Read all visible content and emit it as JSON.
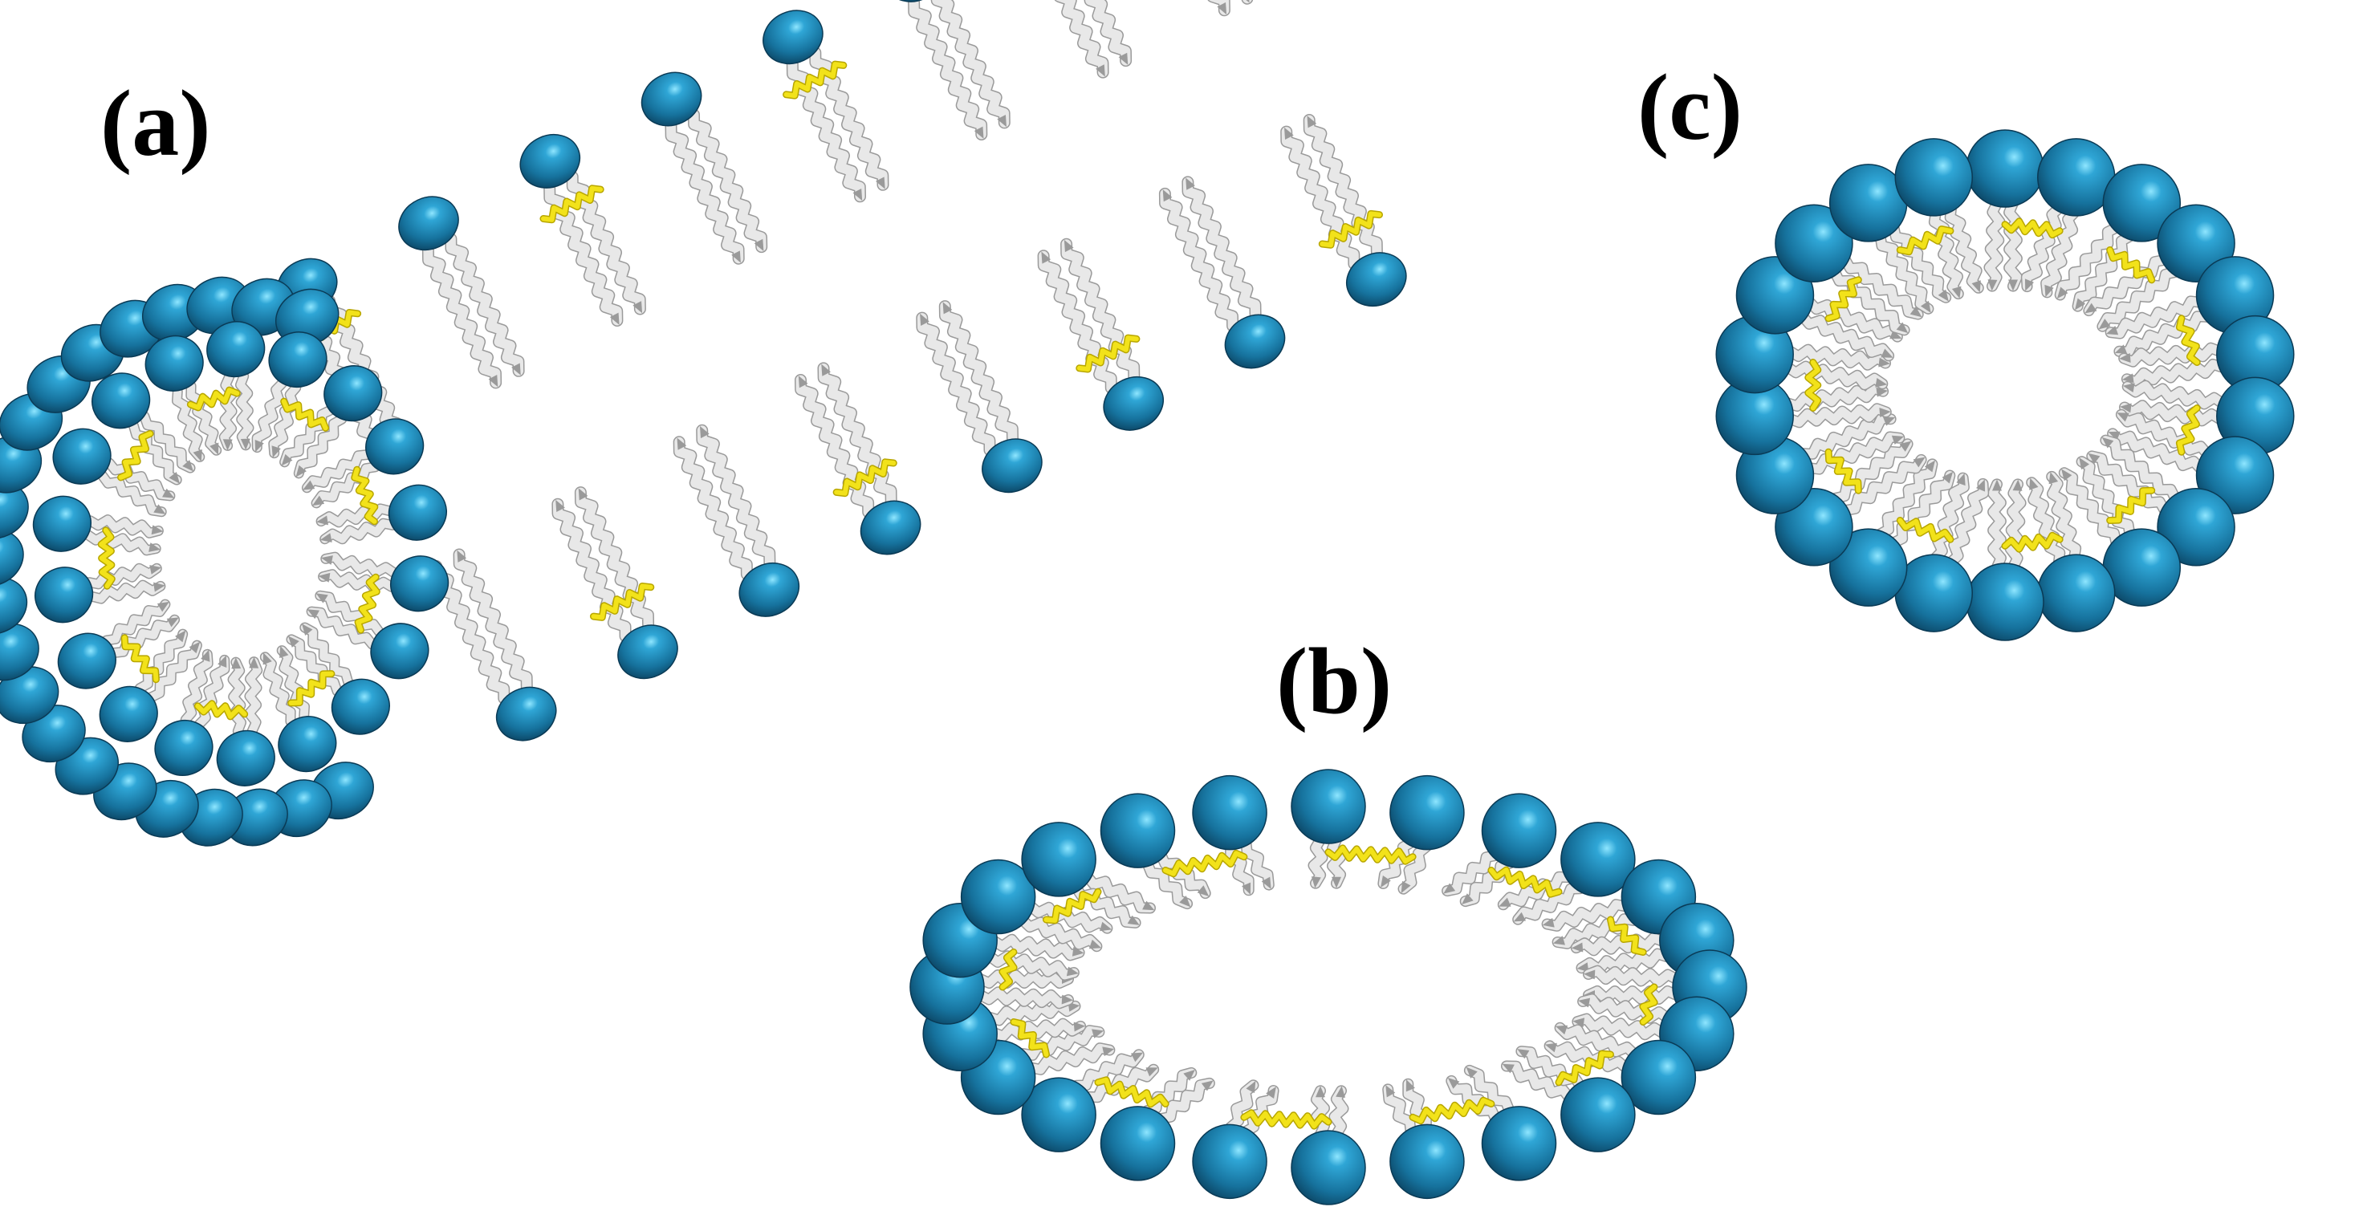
{
  "panels": {
    "a": {
      "label": "(a)",
      "structure": "cylindrical-micelle"
    },
    "b": {
      "label": "(b)",
      "structure": "ellipsoidal-micelle"
    },
    "c": {
      "label": "(c)",
      "structure": "spherical-micelle"
    }
  },
  "colors": {
    "head_dark": "#0d4d6e",
    "head_mid": "#1f86b3",
    "head_light": "#6fd3f5",
    "tail_light": "#e8e8e8",
    "tail_dark": "#9a9a9a",
    "spacer": "#f2e21a",
    "spacer_dark": "#b8a600"
  }
}
